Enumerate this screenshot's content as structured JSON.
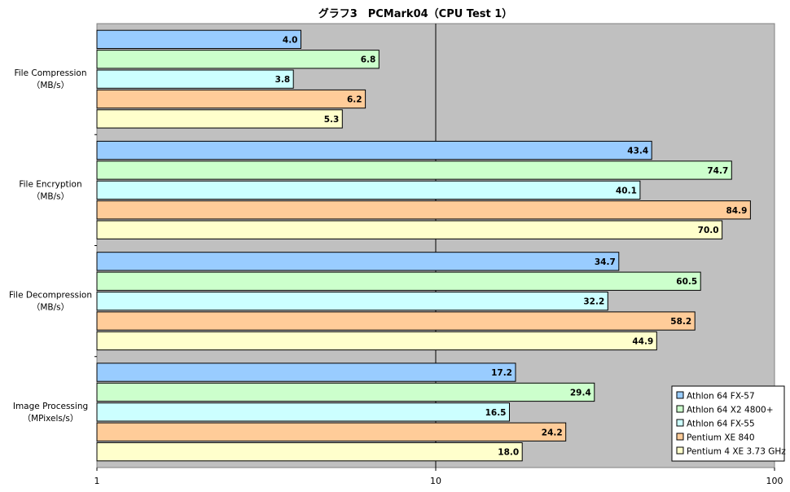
{
  "chart_data": {
    "type": "bar",
    "orientation": "horizontal",
    "title": "グラフ3　PCMark04（CPU Test 1）",
    "xscale": "log",
    "xlim": [
      1,
      100
    ],
    "xticks": [
      "1",
      "10",
      "100"
    ],
    "grid": true,
    "legend_position": "bottom-right",
    "categories": [
      {
        "line1": "File Compression",
        "line2": "（MB/s）"
      },
      {
        "line1": "File Encryption",
        "line2": "（MB/s）"
      },
      {
        "line1": "File Decompression",
        "line2": "（MB/s）"
      },
      {
        "line1": "Image Processing",
        "line2": "（MPixels/s）"
      }
    ],
    "series": [
      {
        "name": "Athlon 64 FX-57",
        "color": "#99ccff",
        "values": [
          4.0,
          43.4,
          34.7,
          17.2
        ]
      },
      {
        "name": "Athlon 64 X2 4800+",
        "color": "#ccffcc",
        "values": [
          6.8,
          74.7,
          60.5,
          29.4
        ]
      },
      {
        "name": "Athlon 64 FX-55",
        "color": "#ccffff",
        "values": [
          3.8,
          40.1,
          32.2,
          16.5
        ]
      },
      {
        "name": "Pentium XE 840",
        "color": "#ffcc99",
        "values": [
          6.2,
          84.9,
          58.2,
          24.2
        ]
      },
      {
        "name": "Pentium 4 XE 3.73 GHz",
        "color": "#ffffcc",
        "values": [
          5.3,
          70.0,
          44.9,
          18.0
        ]
      }
    ]
  }
}
